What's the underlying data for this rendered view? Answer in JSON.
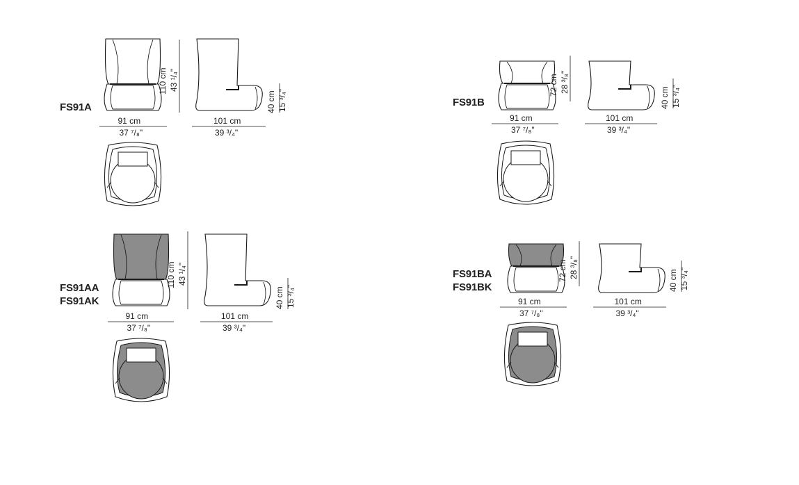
{
  "colors": {
    "line": "#1a1a1a",
    "fill": "#ffffff",
    "shell_dark": "#8c8c8c",
    "background": "#ffffff"
  },
  "groups": [
    {
      "id": "fs91a",
      "models": [
        "FS91A"
      ],
      "dark": false,
      "front_width_cm": "91",
      "front_width_in": "37 ⁷/₈\"",
      "side_depth_cm": "101",
      "side_depth_in": "39 ³/₄\"",
      "height_cm": "110",
      "height_in": "43 ¹/₄\"",
      "seat_cm": "40",
      "seat_in": "15 ³/₄\""
    },
    {
      "id": "fs91b",
      "models": [
        "FS91B"
      ],
      "dark": false,
      "front_width_cm": "91",
      "front_width_in": "37 ⁷/₈\"",
      "side_depth_cm": "101",
      "side_depth_in": "39 ³/₄\"",
      "height_cm": "72",
      "height_in": "28 ³/₈\"",
      "seat_cm": "40",
      "seat_in": "15 ³/₄\""
    },
    {
      "id": "fs91aa",
      "models": [
        "FS91AA",
        "FS91AK"
      ],
      "dark": true,
      "front_width_cm": "91",
      "front_width_in": "37 ⁷/₈\"",
      "side_depth_cm": "101",
      "side_depth_in": "39 ³/₄\"",
      "height_cm": "110",
      "height_in": "43 ¹/₄\"",
      "seat_cm": "40",
      "seat_in": "15 ³/₄\""
    },
    {
      "id": "fs91ba",
      "models": [
        "FS91BA",
        "FS91BK"
      ],
      "dark": true,
      "front_width_cm": "91",
      "front_width_in": "37 ⁷/₈\"",
      "side_depth_cm": "101",
      "side_depth_in": "39 ³/₄\"",
      "height_cm": "72",
      "height_in": "28 ³/₈\"",
      "seat_cm": "40",
      "seat_in": "15 ³/₄\""
    }
  ]
}
